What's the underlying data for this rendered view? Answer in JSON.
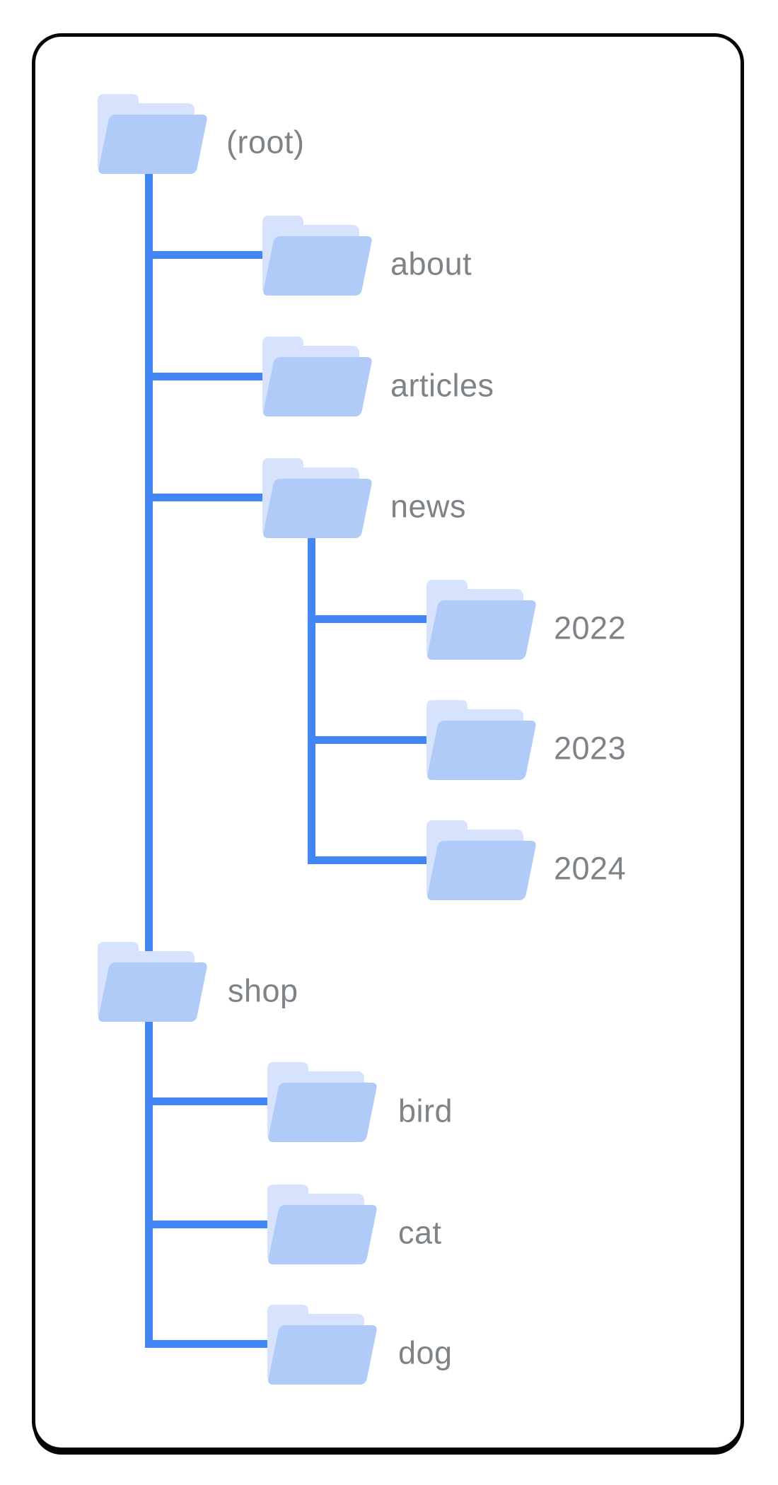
{
  "diagram": {
    "type": "folder-tree",
    "nodes": [
      {
        "id": "root",
        "label": "(root)",
        "depth": 0,
        "parent": null
      },
      {
        "id": "about",
        "label": "about",
        "depth": 1,
        "parent": "root"
      },
      {
        "id": "articles",
        "label": "articles",
        "depth": 1,
        "parent": "root"
      },
      {
        "id": "news",
        "label": "news",
        "depth": 1,
        "parent": "root"
      },
      {
        "id": "2022",
        "label": "2022",
        "depth": 2,
        "parent": "news"
      },
      {
        "id": "2023",
        "label": "2023",
        "depth": 2,
        "parent": "news"
      },
      {
        "id": "2024",
        "label": "2024",
        "depth": 2,
        "parent": "news"
      },
      {
        "id": "shop",
        "label": "shop",
        "depth": 1,
        "parent": "root"
      },
      {
        "id": "bird",
        "label": "bird",
        "depth": 2,
        "parent": "shop"
      },
      {
        "id": "cat",
        "label": "cat",
        "depth": 2,
        "parent": "shop"
      },
      {
        "id": "dog",
        "label": "dog",
        "depth": 2,
        "parent": "shop"
      }
    ]
  },
  "colors": {
    "line_blue": "#4285f4",
    "folder_front": "#b1cbf8",
    "folder_back": "#d7e3fc",
    "label_gray": "#7e8388",
    "frame_black": "#050505"
  }
}
